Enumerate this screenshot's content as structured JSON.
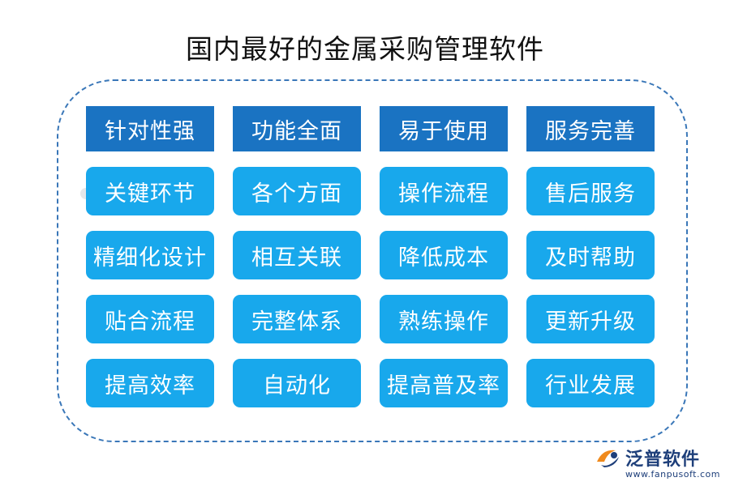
{
  "title": "国内最好的金属采购管理软件",
  "columns": [
    {
      "header": "针对性强",
      "items": [
        "关键环节",
        "精细化设计",
        "贴合流程",
        "提高效率"
      ]
    },
    {
      "header": "功能全面",
      "items": [
        "各个方面",
        "相互关联",
        "完整体系",
        "自动化"
      ]
    },
    {
      "header": "易于使用",
      "items": [
        "操作流程",
        "降低成本",
        "熟练操作",
        "提高普及率"
      ]
    },
    {
      "header": "服务完善",
      "items": [
        "售后服务",
        "及时帮助",
        "更新升级",
        "行业发展"
      ]
    }
  ],
  "logo": {
    "name": "泛普软件",
    "url": "www.fanpusoft.com"
  },
  "colors": {
    "header_bg": "#1a73c2",
    "item_bg": "#18a8ec",
    "frame_border": "#3a77b8",
    "logo_orange": "#f08a1c",
    "logo_navy": "#1e3f7a"
  }
}
